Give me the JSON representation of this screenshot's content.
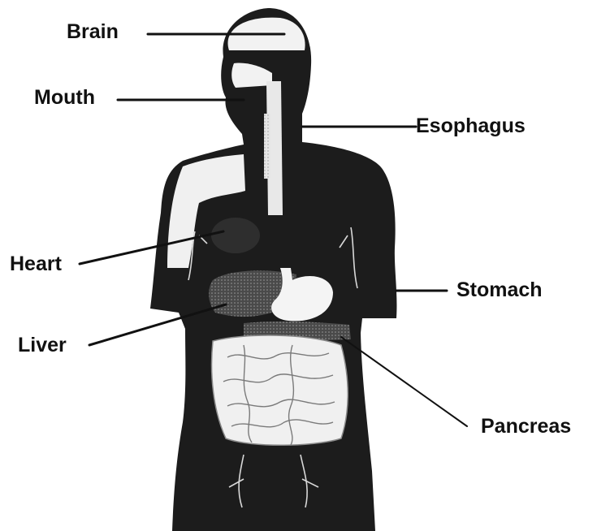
{
  "labels": {
    "brain": "Brain",
    "mouth": "Mouth",
    "esophagus": "Esophagus",
    "heart": "Heart",
    "stomach": "Stomach",
    "liver": "Liver",
    "pancreas": "Pancreas"
  },
  "colors": {
    "body": "#1c1c1c",
    "organ_light": "#f2f2f2",
    "organ_gray": "#6a6a6a",
    "line": "#111111"
  }
}
